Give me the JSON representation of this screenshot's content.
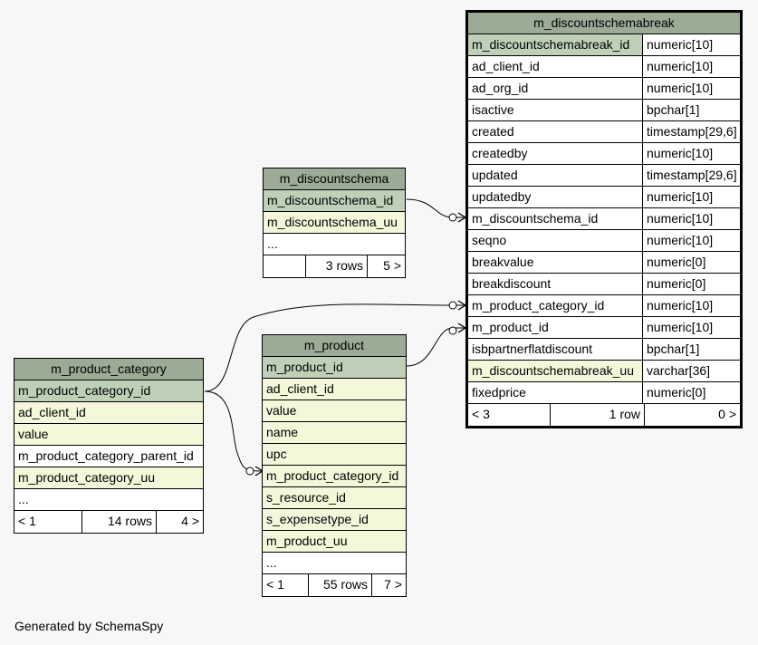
{
  "diagram": {
    "generated_by": "Generated by SchemaSpy"
  },
  "tables": {
    "m_discountschemabreak": {
      "title": "m_discountschemabreak",
      "columns": [
        {
          "name": "m_discountschemabreak_id",
          "type": "numeric[10]",
          "kind": "pk"
        },
        {
          "name": "ad_client_id",
          "type": "numeric[10]",
          "kind": "plain"
        },
        {
          "name": "ad_org_id",
          "type": "numeric[10]",
          "kind": "plain"
        },
        {
          "name": "isactive",
          "type": "bpchar[1]",
          "kind": "plain"
        },
        {
          "name": "created",
          "type": "timestamp[29,6]",
          "kind": "plain"
        },
        {
          "name": "createdby",
          "type": "numeric[10]",
          "kind": "plain"
        },
        {
          "name": "updated",
          "type": "timestamp[29,6]",
          "kind": "plain"
        },
        {
          "name": "updatedby",
          "type": "numeric[10]",
          "kind": "plain"
        },
        {
          "name": "m_discountschema_id",
          "type": "numeric[10]",
          "kind": "plain"
        },
        {
          "name": "seqno",
          "type": "numeric[10]",
          "kind": "plain"
        },
        {
          "name": "breakvalue",
          "type": "numeric[0]",
          "kind": "plain"
        },
        {
          "name": "breakdiscount",
          "type": "numeric[0]",
          "kind": "plain"
        },
        {
          "name": "m_product_category_id",
          "type": "numeric[10]",
          "kind": "plain"
        },
        {
          "name": "m_product_id",
          "type": "numeric[10]",
          "kind": "plain"
        },
        {
          "name": "isbpartnerflatdiscount",
          "type": "bpchar[1]",
          "kind": "plain"
        },
        {
          "name": "m_discountschemabreak_uu",
          "type": "varchar[36]",
          "kind": "fk"
        },
        {
          "name": "fixedprice",
          "type": "numeric[0]",
          "kind": "plain"
        }
      ],
      "footer": [
        "< 3",
        "1 row",
        "0 >"
      ]
    },
    "m_discountschema": {
      "title": "m_discountschema",
      "columns": [
        {
          "name": "m_discountschema_id",
          "kind": "pk"
        },
        {
          "name": "m_discountschema_uu",
          "kind": "fk"
        },
        {
          "name": "...",
          "kind": "plain"
        }
      ],
      "footer": [
        "",
        "3 rows",
        "5 >"
      ]
    },
    "m_product_category": {
      "title": "m_product_category",
      "columns": [
        {
          "name": "m_product_category_id",
          "kind": "pk"
        },
        {
          "name": "ad_client_id",
          "kind": "fk"
        },
        {
          "name": "value",
          "kind": "fk"
        },
        {
          "name": "m_product_category_parent_id",
          "kind": "plain"
        },
        {
          "name": "m_product_category_uu",
          "kind": "fk"
        },
        {
          "name": "...",
          "kind": "plain"
        }
      ],
      "footer": [
        "< 1",
        "14 rows",
        "4 >"
      ]
    },
    "m_product": {
      "title": "m_product",
      "columns": [
        {
          "name": "m_product_id",
          "kind": "pk"
        },
        {
          "name": "ad_client_id",
          "kind": "fk"
        },
        {
          "name": "value",
          "kind": "fk"
        },
        {
          "name": "name",
          "kind": "fk"
        },
        {
          "name": "upc",
          "kind": "fk"
        },
        {
          "name": "m_product_category_id",
          "kind": "fk"
        },
        {
          "name": "s_resource_id",
          "kind": "fk"
        },
        {
          "name": "s_expensetype_id",
          "kind": "fk"
        },
        {
          "name": "m_product_uu",
          "kind": "fk"
        },
        {
          "name": "...",
          "kind": "plain"
        }
      ],
      "footer": [
        "< 1",
        "55 rows",
        "7 >"
      ]
    }
  },
  "colors": {
    "header": "#9bab96",
    "primary_key": "#bed1b8",
    "highlight": "#f4f7da",
    "background": "#f7f7f7"
  }
}
